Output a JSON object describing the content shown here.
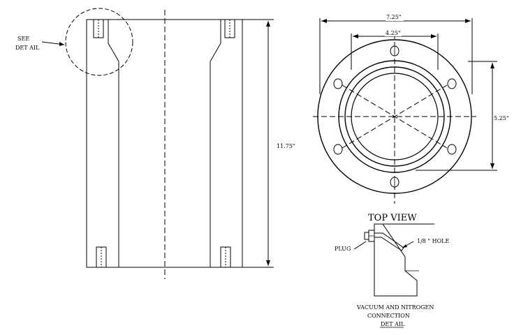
{
  "labels": {
    "see_detail_line1": "SEE",
    "see_detail_line2": "DET AIL",
    "height": "11.75\"",
    "outer_width": "7.25\"",
    "inner_width": "4.25\"",
    "side_dim": "5.25\"",
    "top_view": "TOP VIEW",
    "plug": "PLUG",
    "hole": "1/8 \" HOLE",
    "detail_line1": "VACUUM AND NITROGEN",
    "detail_line2": "CONNECTION",
    "detail_line3": "DET AIL"
  },
  "colors": {
    "line": "#000000",
    "background": "#ffffff"
  }
}
